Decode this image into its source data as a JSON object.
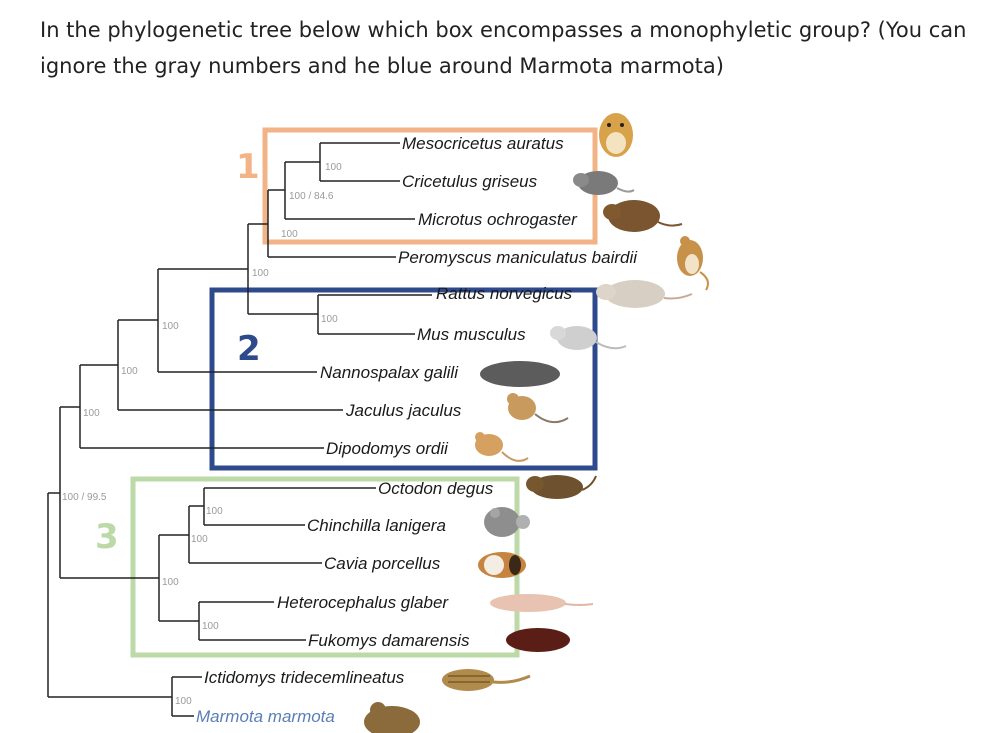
{
  "question": "In the phylogenetic tree below which box encompasses a monophyletic group? (You can ignore the gray numbers and he blue around Marmota marmota)",
  "taxa": {
    "mesocricetus": "Mesocricetus auratus",
    "cricetulus": "Cricetulus griseus",
    "microtus": "Microtus ochrogaster",
    "peromyscus": "Peromyscus maniculatus bairdii",
    "rattus": "Rattus norvegicus",
    "mus": "Mus musculus",
    "nannospalax": "Nannospalax galili",
    "jaculus": "Jaculus jaculus",
    "dipodomys": "Dipodomys ordii",
    "octodon": "Octodon degus",
    "chinchilla": "Chinchilla lanigera",
    "cavia": "Cavia porcellus",
    "heterocephalus": "Heterocephalus glaber",
    "fukomys": "Fukomys damarensis",
    "ictidomys": "Ictidomys tridecemlineatus",
    "marmota": "Marmota marmota"
  },
  "support": {
    "n1": "100",
    "n2": "100 / 84.6",
    "n3": "100",
    "n4": "100",
    "n5": "100",
    "n6": "100",
    "n7": "100",
    "n8": "100",
    "n9": "100 / 99.5",
    "n10": "100",
    "n11": "100",
    "n12": "100",
    "n13": "100",
    "n14": "100"
  },
  "boxes": [
    {
      "label": "1",
      "color": "#f2b486"
    },
    {
      "label": "2",
      "color": "#2e4a8c"
    },
    {
      "label": "3",
      "color": "#bcd9a8"
    }
  ],
  "colors": {
    "marmota_label": "#5b7fb5",
    "support_text": "#9a9a9a"
  },
  "icons": [
    "hamster-icon",
    "hamster-icon",
    "vole-icon",
    "deer-mouse-icon",
    "rat-icon",
    "mouse-icon",
    "mole-rat-icon",
    "jerboa-icon",
    "kangaroo-rat-icon",
    "degu-icon",
    "chinchilla-icon",
    "guinea-pig-icon",
    "naked-mole-rat-icon",
    "damaraland-mole-rat-icon",
    "ground-squirrel-icon",
    "marmot-icon"
  ]
}
